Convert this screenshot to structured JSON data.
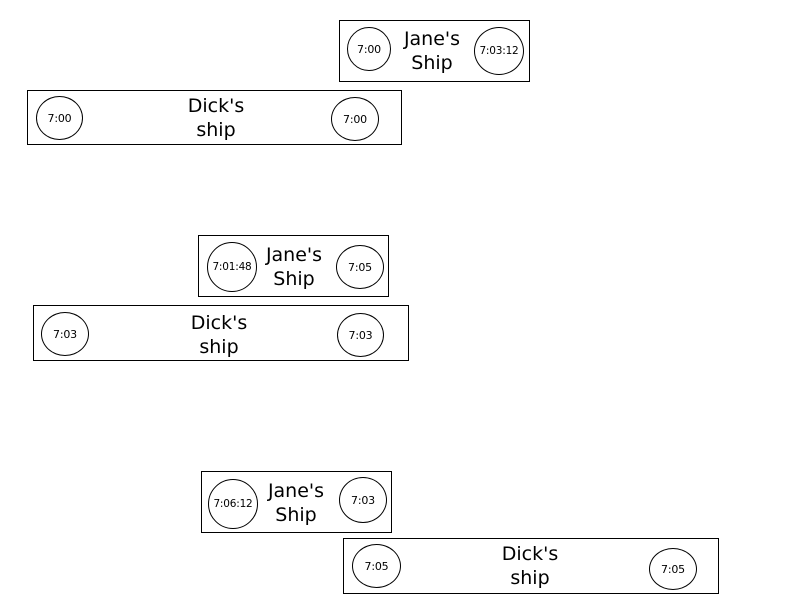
{
  "scenes": [
    {
      "jane": {
        "name_line1": "Jane's",
        "name_line2": "Ship",
        "left_clock": "7:00",
        "right_clock": "7:03:12"
      },
      "dick": {
        "name_line1": "Dick's",
        "name_line2": "ship",
        "left_clock": "7:00",
        "right_clock": "7:00"
      }
    },
    {
      "jane": {
        "name_line1": "Jane's",
        "name_line2": "Ship",
        "left_clock": "7:01:48",
        "right_clock": "7:05"
      },
      "dick": {
        "name_line1": "Dick's",
        "name_line2": "ship",
        "left_clock": "7:03",
        "right_clock": "7:03"
      }
    },
    {
      "jane": {
        "name_line1": "Jane's",
        "name_line2": "Ship",
        "left_clock": "7:06:12",
        "right_clock": "7:03"
      },
      "dick": {
        "name_line1": "Dick's",
        "name_line2": "ship",
        "left_clock": "7:05",
        "right_clock": "7:05"
      }
    }
  ]
}
